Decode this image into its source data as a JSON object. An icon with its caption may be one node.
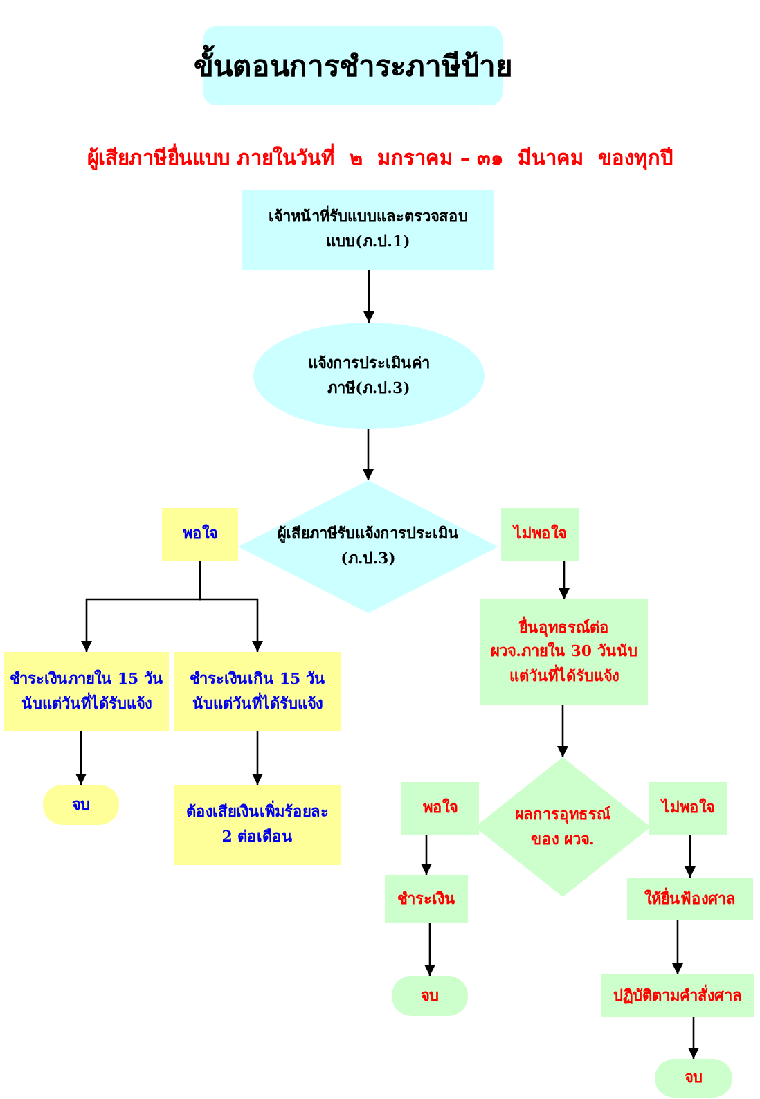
{
  "diagram": {
    "title": "ขั้นตอนการชำระภาษีป้าย",
    "nodes": [
      {
        "text": [
          "เจ้าหน้าที่รับแบบและตรวจสอบแบบ(ภ.ป.1)"
        ]
      },
      {
        "text": [
          "แจ้งการประเมินค่าภาษี(ภ.ป.3)"
        ]
      },
      {
        "text": [
          "ผู้เสียภาษีรับแจ้งการประเมิน (ภ.ป.3)"
        ]
      },
      {
        "text": [
          "พอใจ"
        ]
      },
      {
        "text": [
          "ไม่พอใจ"
        ]
      },
      {
        "text": [
          "ชำระเงินภายใน 15 วันนับแต่วันที่ได้รับแจ้ง"
        ]
      },
      {
        "text": [
          "ชำระเงินเกิน 15 วันนับแต่วันที่ได้รับแจ้ง"
        ]
      },
      {
        "text": [
          "จบ"
        ]
      },
      {
        "text": [
          "ต้องเสียเงินเพิ่มร้อยละ 2 ต่อเดือน"
        ]
      },
      {
        "text": [
          "ยื่นอุทธรณ์ต่อ ผวจ.ภายใน 30 วันนับแต่วันที่ได้รับแจ้ง"
        ]
      },
      {
        "text": [
          "ผลการอุทธรณ์ของ ผวจ."
        ]
      },
      {
        "text": [
          "พอใจ"
        ]
      },
      {
        "text": [
          "ไม่พอใจ"
        ]
      },
      {
        "text": [
          "ชำระเงิน"
        ]
      },
      {
        "text": [
          "ให้ยื่นฟ้องศาล"
        ]
      },
      {
        "text": [
          "จบ"
        ]
      },
      {
        "text": [
          "ปฏิบัติตามคำสั่งศาล"
        ]
      },
      {
        "text": [
          "จบ"
        ]
      }
    ],
    "edges": [
      {
        "from": 0,
        "to": 1,
        "arrow": "to"
      },
      {
        "from": 1,
        "to": 2,
        "arrow": "to"
      },
      {
        "from": 3,
        "to": 5,
        "arrow": "to"
      },
      {
        "from": 3,
        "to": 6,
        "arrow": "to"
      },
      {
        "from": 4,
        "to": 9,
        "arrow": "to"
      },
      {
        "from": 5,
        "to": 7,
        "arrow": "to"
      },
      {
        "from": 6,
        "to": 8,
        "arrow": "to"
      },
      {
        "from": 9,
        "to": 10,
        "arrow": "to"
      },
      {
        "from": 11,
        "to": 13,
        "arrow": "to"
      },
      {
        "from": 13,
        "to": 15,
        "arrow": "to"
      },
      {
        "from": 12,
        "to": 14,
        "arrow": "to"
      },
      {
        "from": 14,
        "to": 16,
        "arrow": "to"
      },
      {
        "from": 16,
        "to": 17,
        "arrow": "to"
      }
    ],
    "labels": [
      "ผู้เสียภาษียื่นแบบ ภายในวันที่  ๒  มกราคม – ๓๑  มีนาคม  ของทุกปี"
    ]
  }
}
